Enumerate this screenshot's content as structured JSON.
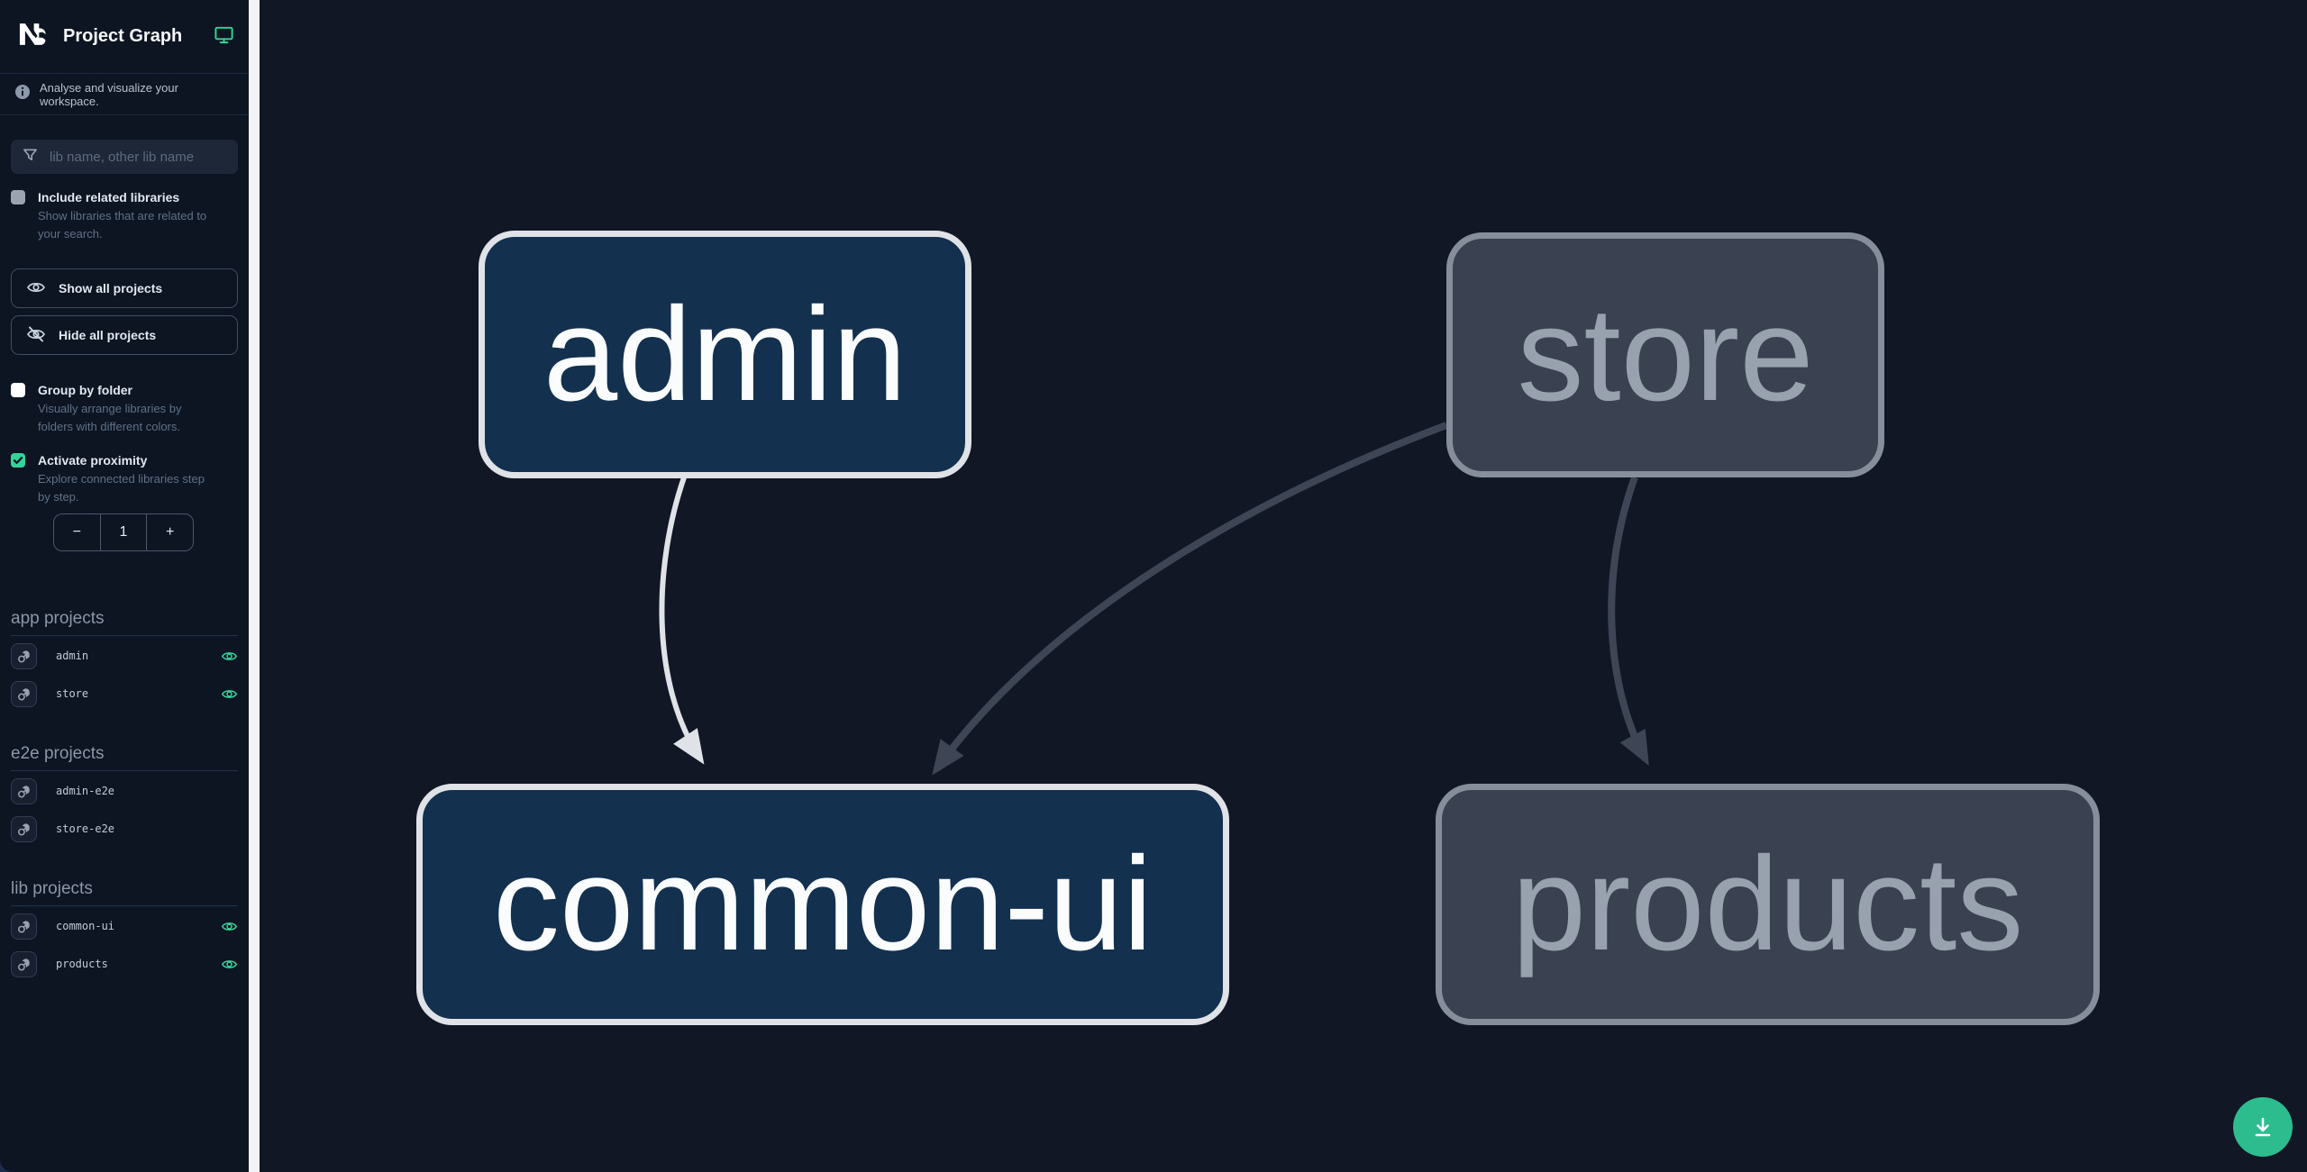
{
  "header": {
    "title": "Project Graph"
  },
  "intro": {
    "text": "Analyse and visualize your workspace."
  },
  "search": {
    "placeholder": "lib name, other lib name"
  },
  "options": {
    "include_related": {
      "label": "Include related libraries",
      "description": "Show libraries that are related to your search.",
      "checked": false
    },
    "group_by_folder": {
      "label": "Group by folder",
      "description": "Visually arrange libraries by folders with different colors.",
      "checked": false
    },
    "activate_proximity": {
      "label": "Activate proximity",
      "description": "Explore connected libraries step by step.",
      "checked": true
    }
  },
  "buttons": {
    "show_all": "Show all projects",
    "hide_all": "Hide all projects"
  },
  "stepper": {
    "decrement": "−",
    "value": "1",
    "increment": "+"
  },
  "sections": [
    {
      "title": "app projects",
      "items": [
        {
          "name": "admin",
          "visible": true
        },
        {
          "name": "store",
          "visible": true
        }
      ]
    },
    {
      "title": "e2e projects",
      "items": [
        {
          "name": "admin-e2e",
          "visible": false
        },
        {
          "name": "store-e2e",
          "visible": false
        }
      ]
    },
    {
      "title": "lib projects",
      "items": [
        {
          "name": "common-ui",
          "visible": true
        },
        {
          "name": "products",
          "visible": true
        }
      ]
    }
  ],
  "graph": {
    "nodes": [
      {
        "id": "admin",
        "label": "admin",
        "state": "focused"
      },
      {
        "id": "store",
        "label": "store",
        "state": "faded"
      },
      {
        "id": "common-ui",
        "label": "common-ui",
        "state": "focused"
      },
      {
        "id": "products",
        "label": "products",
        "state": "faded"
      }
    ],
    "edges": [
      {
        "source": "admin",
        "target": "common-ui",
        "state": "focused"
      },
      {
        "source": "store",
        "target": "common-ui",
        "state": "faded"
      },
      {
        "source": "store",
        "target": "products",
        "state": "faded"
      }
    ]
  },
  "colors": {
    "accent_green": "#34d399",
    "fab_green": "#2cbc8e",
    "node_focused_bg": "#13304f",
    "node_focused_border": "#dfe3e8",
    "node_faded_bg": "#3a4252",
    "node_faded_border": "#878e9b",
    "edge_focused": "#dfe3e8",
    "edge_faded": "#3e4655",
    "canvas_bg": "#111725",
    "sidebar_bg": "#0d1422"
  }
}
